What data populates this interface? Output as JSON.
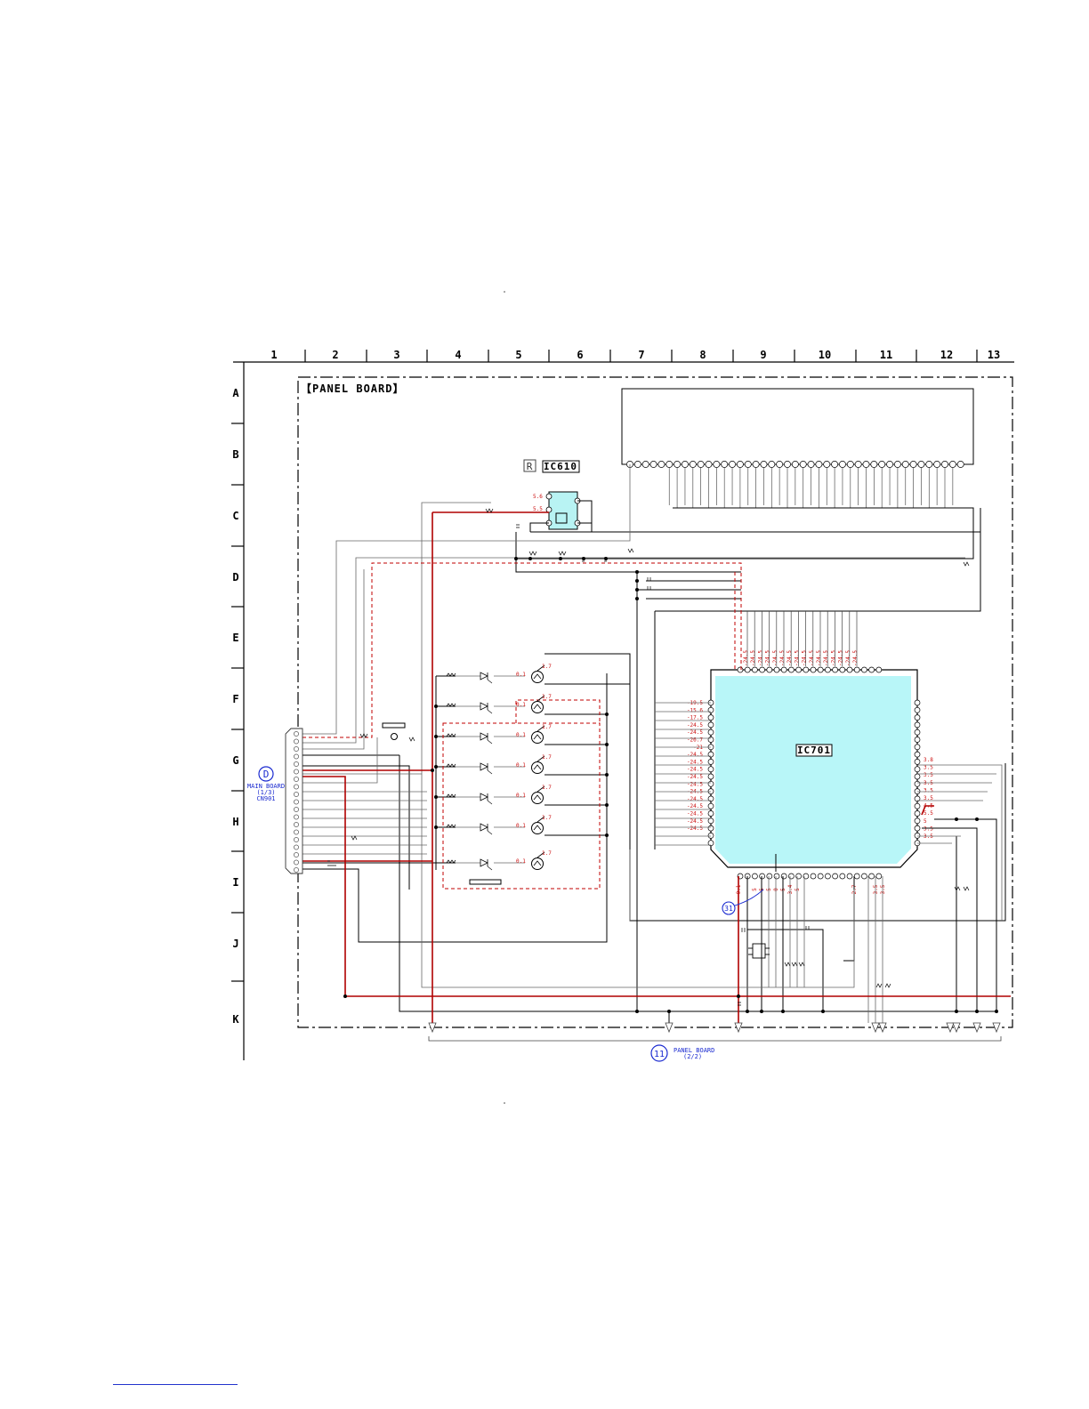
{
  "columns": [
    "1",
    "2",
    "3",
    "4",
    "5",
    "6",
    "7",
    "8",
    "9",
    "10",
    "11",
    "12",
    "13"
  ],
  "rows": [
    "A",
    "B",
    "C",
    "D",
    "E",
    "F",
    "G",
    "H",
    "I",
    "J",
    "K"
  ],
  "board_title": "【PANEL BOARD】",
  "ic610": {
    "marker": "R",
    "label": "IC610",
    "pin_volts": [
      "5.6",
      "5.5"
    ]
  },
  "ic701": {
    "label": "IC701"
  },
  "connector_d": {
    "symbol": "D",
    "lines": [
      "MAIN BOARD",
      "(1/3)",
      "CN901"
    ]
  },
  "connector_11": {
    "symbol": "11",
    "lines": [
      "PANEL BOARD",
      "(2/2)"
    ]
  },
  "ref_31": "31",
  "led_volts": {
    "left": [
      "0.1",
      "0.1",
      "0.1",
      "0.1",
      "0.1",
      "0.1",
      "0.1"
    ],
    "right": [
      "1.7",
      "1.7",
      "1.7",
      "1.7",
      "1.7",
      "1.7",
      "1.7"
    ]
  },
  "ic701_left_volts": [
    "-19.5",
    "-15.6",
    "-17.5",
    "-24.5",
    "-24.5",
    "-26.7",
    "-21",
    "-24.5",
    "-24.5",
    "-24.5",
    "-24.5",
    "-24.5",
    "-24.5",
    "-24.5",
    "-24.5",
    "-24.5",
    "-24.5",
    "-24.5"
  ],
  "ic701_right_volts": [
    "3.8",
    "3.5",
    "3.5",
    "3.5",
    "3.5",
    "3.5",
    "4.5",
    "5.5",
    "5",
    "3.5",
    "3.5"
  ],
  "ic701_top_volts": [
    "-24.5",
    "-24.5",
    "-24.5",
    "-24.5",
    "-24.5",
    "-24.5",
    "-24.5",
    "-24.5",
    "-24.5",
    "-24.5",
    "-24.5",
    "-24.5",
    "-24.5",
    "-24.5",
    "-24.5",
    "-24.5"
  ],
  "ic701_bottom_volts": [
    "0.1",
    "5",
    "5",
    "5",
    "0",
    "5",
    "3.4",
    "5",
    "2.7",
    "3.5",
    "3.5"
  ]
}
